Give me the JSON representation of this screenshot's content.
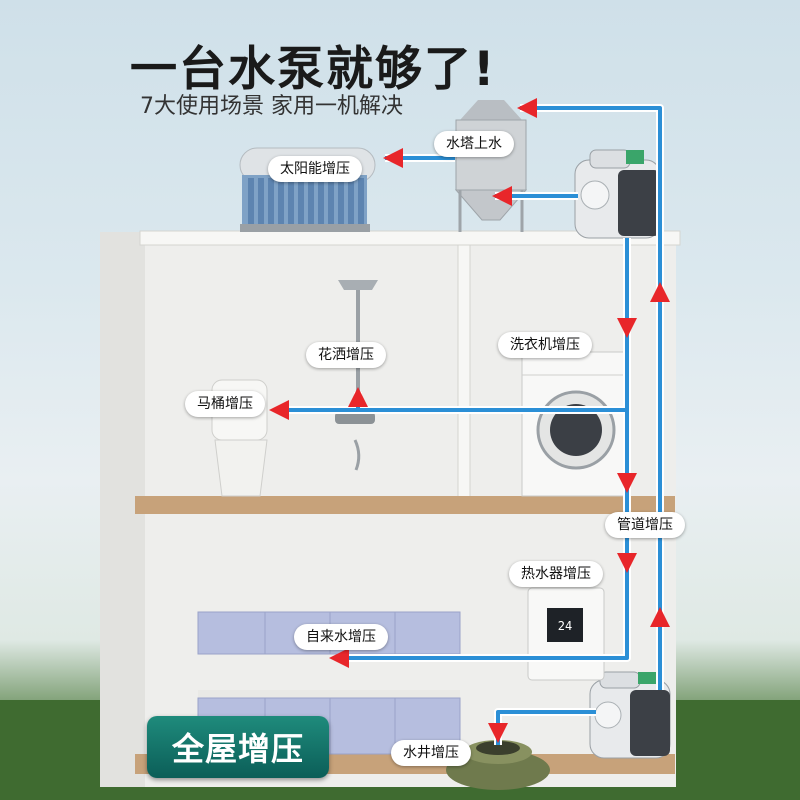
{
  "header": {
    "title": "一台水泵就够了!",
    "subtitle": "7大使用场景 家用一机解决"
  },
  "labels": {
    "water_tower": "水塔上水",
    "solar": "太阳能增压",
    "shower": "花洒增压",
    "washer": "洗衣机增压",
    "toilet": "马桶增压",
    "pipeline": "管道增压",
    "heater": "热水器增压",
    "tap": "自来水增压",
    "well": "水井增压"
  },
  "badge": {
    "text": "全屋增压"
  },
  "heater_display": "24",
  "colors": {
    "pipe_blue": "#2b8fd6",
    "arrow_red": "#e8262a",
    "badge_green": "#0f6f66",
    "wall_white": "#f3f3f1",
    "floor_wood": "#c7a27a",
    "cabinet_blue": "#b6bedf"
  }
}
